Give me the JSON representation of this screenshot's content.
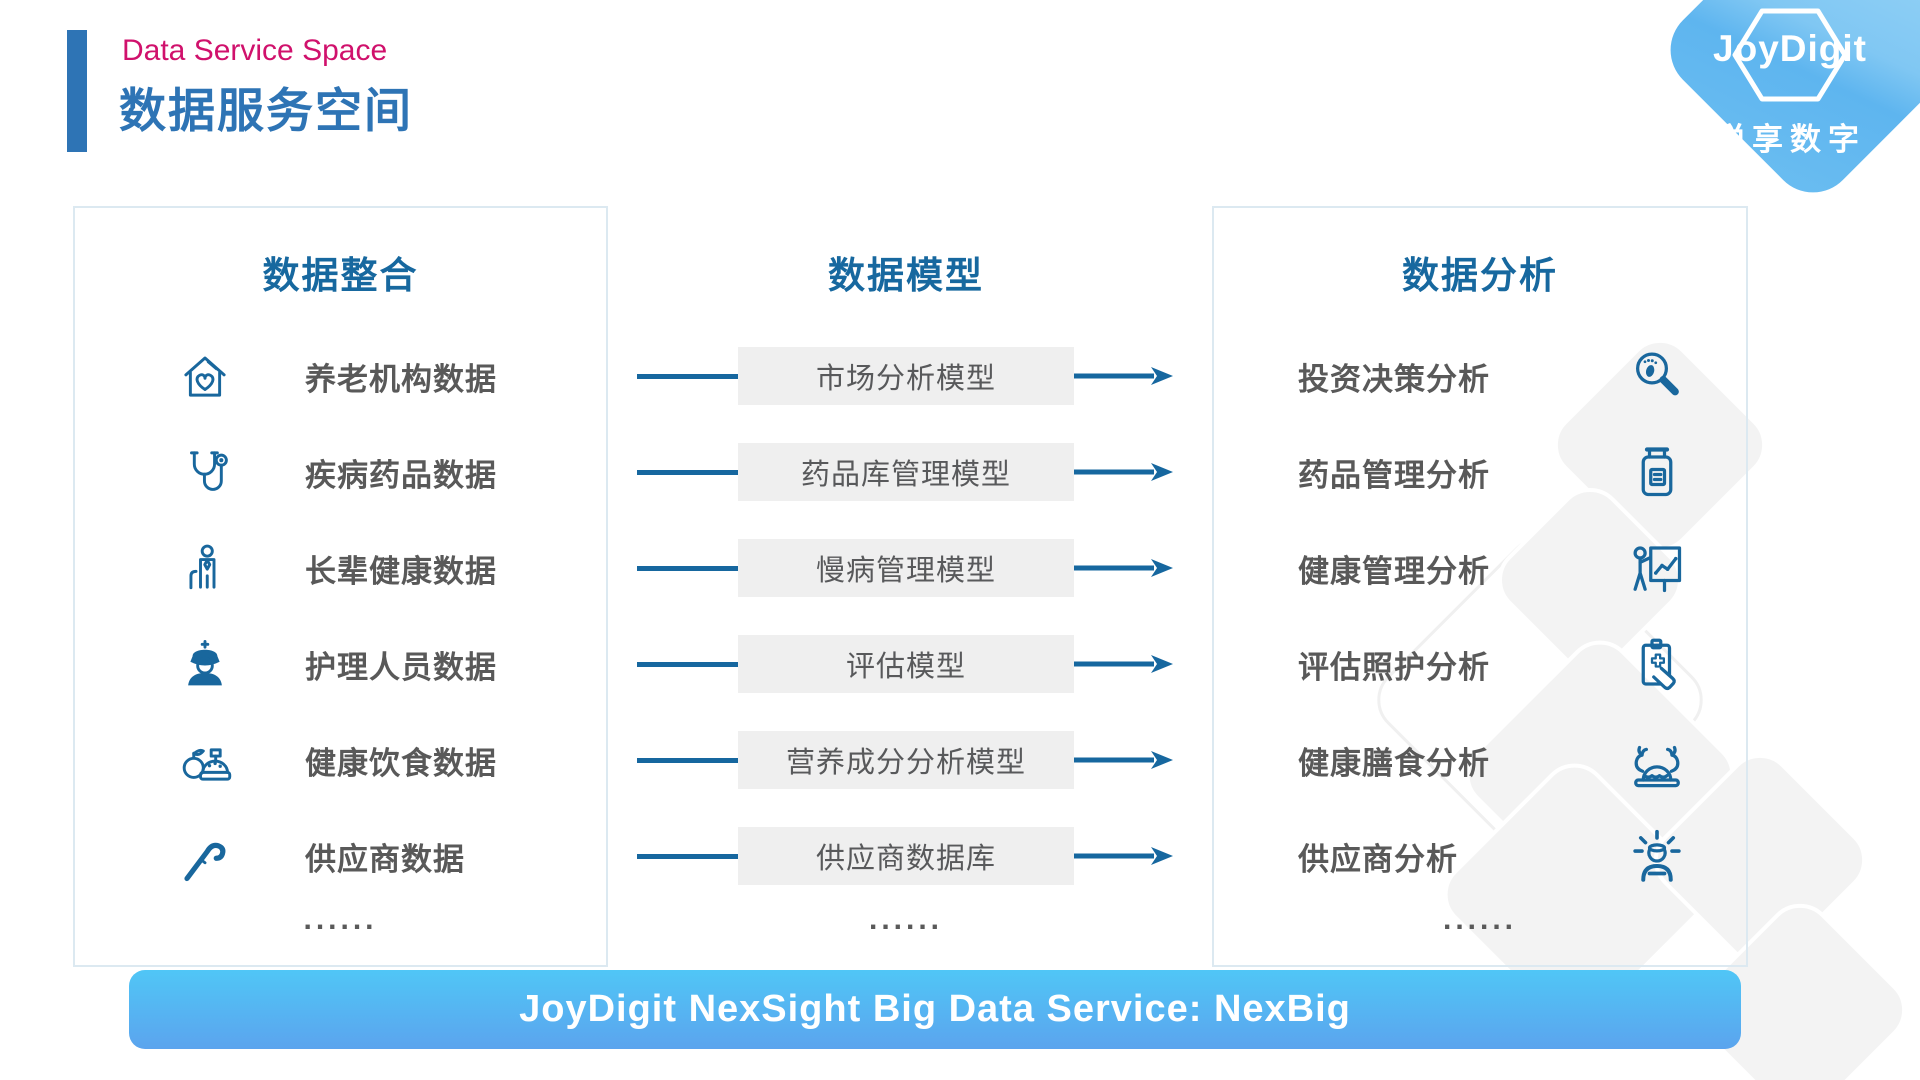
{
  "header": {
    "subtitle": "Data Service Space",
    "title": "数据服务空间"
  },
  "logo": {
    "brand": "JoyDigit",
    "brand_cn": "悦享数字"
  },
  "columns": {
    "integration": {
      "title": "数据整合",
      "ellipsis": "......",
      "items": [
        {
          "icon": "house-heart-icon",
          "label": "养老机构数据"
        },
        {
          "icon": "stethoscope-icon",
          "label": "疾病药品数据"
        },
        {
          "icon": "elderly-person-icon",
          "label": "长辈健康数据"
        },
        {
          "icon": "nurse-icon",
          "label": "护理人员数据"
        },
        {
          "icon": "healthy-food-icon",
          "label": "健康饮食数据"
        },
        {
          "icon": "cane-icon",
          "label": "供应商数据"
        }
      ]
    },
    "models": {
      "title": "数据模型",
      "ellipsis": "......",
      "items": [
        {
          "label": "市场分析模型"
        },
        {
          "label": "药品库管理模型"
        },
        {
          "label": "慢病管理模型"
        },
        {
          "label": "评估模型"
        },
        {
          "label": "营养成分分析模型"
        },
        {
          "label": "供应商数据库"
        }
      ]
    },
    "analysis": {
      "title": "数据分析",
      "ellipsis": "......",
      "items": [
        {
          "label": "投资决策分析",
          "icon": "magnifier-footprint-icon"
        },
        {
          "label": "药品管理分析",
          "icon": "medicine-bottle-icon"
        },
        {
          "label": "健康管理分析",
          "icon": "health-chart-presenter-icon"
        },
        {
          "label": "评估照护分析",
          "icon": "care-clipboard-icon"
        },
        {
          "label": "健康膳食分析",
          "icon": "seafood-platter-icon"
        },
        {
          "label": "供应商分析",
          "icon": "supplier-person-icon"
        }
      ]
    }
  },
  "banner": {
    "text": "JoyDigit NexSight Big Data Service: NexBig"
  },
  "colors": {
    "accent_blue": "#2E74B5",
    "header_blue": "#17689F",
    "icon_blue": "#19679D",
    "arrow_blue": "#16679F",
    "magenta": "#D0116C",
    "gray_text": "#595959",
    "box_gray": "#EFEFEF",
    "panel_border": "#DCE9F1",
    "banner_top": "#50C6F6",
    "banner_bottom": "#5BA4EE",
    "logo_blue": "#6ABDF1"
  }
}
